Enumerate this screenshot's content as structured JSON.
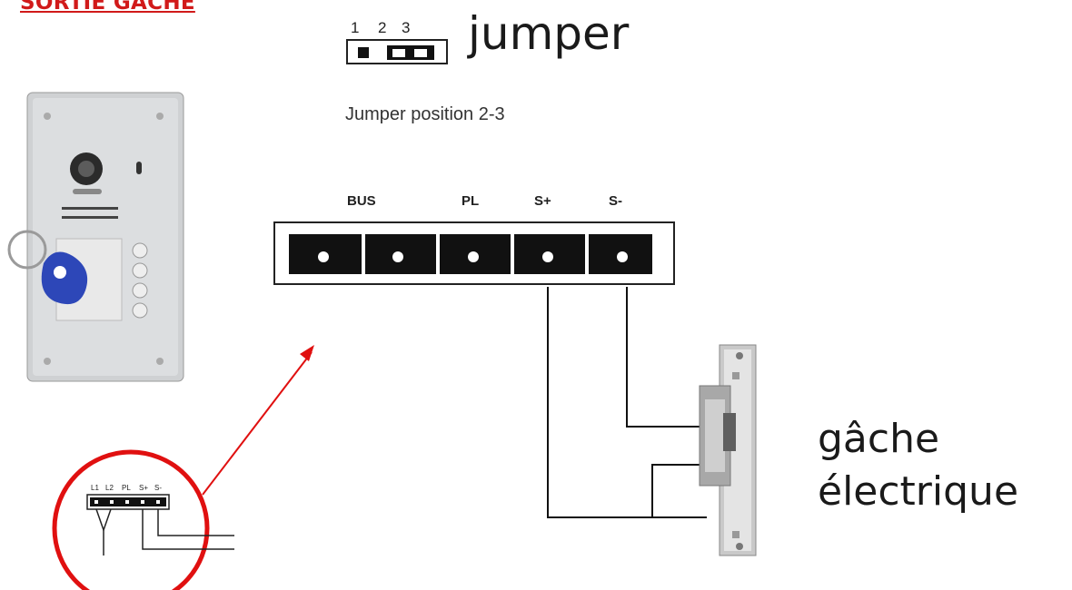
{
  "title": "SORTIE GACHE",
  "jumper": {
    "pins": [
      "1",
      "2",
      "3"
    ],
    "label": "jumper",
    "position_text": "Jumper position 2-3"
  },
  "terminal_block": {
    "labels": [
      "BUS",
      "PL",
      "S+",
      "S-"
    ]
  },
  "mini_terminal": {
    "labels": [
      "L1",
      "L2",
      "PL",
      "S+",
      "S-"
    ]
  },
  "gache": {
    "line1": "gâche",
    "line2": "électrique"
  },
  "colors": {
    "title": "#d11a1a",
    "arrow": "#e01010",
    "circle": "#e01010",
    "terminal": "#111111"
  }
}
